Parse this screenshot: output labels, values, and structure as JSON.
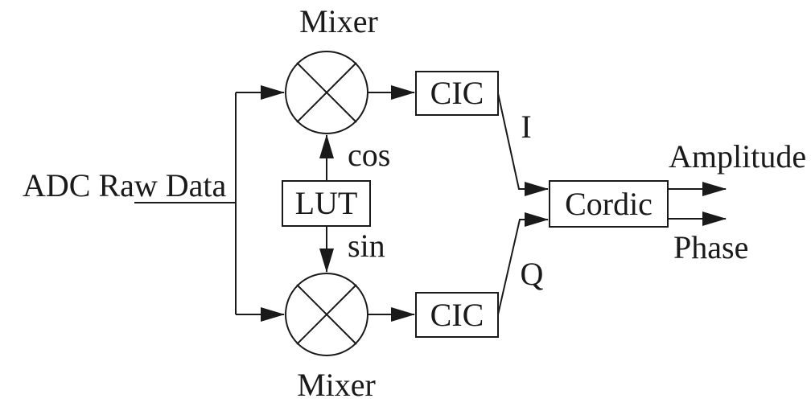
{
  "diagram": {
    "title_implicit": "Digital down-conversion block diagram",
    "colors": {
      "ink": "#1a1a1a",
      "background": "#ffffff"
    },
    "input_label": "ADC Raw Data",
    "mixer_top_label": "Mixer",
    "mixer_bottom_label": "Mixer",
    "lut_label": "LUT",
    "cos_label": "cos",
    "sin_label": "sin",
    "cic_top_label": "CIC",
    "cic_bottom_label": "CIC",
    "i_signal_label": "I",
    "q_signal_label": "Q",
    "cordic_label": "Cordic",
    "amplitude_output_label": "Amplitude",
    "phase_output_label": "Phase"
  }
}
